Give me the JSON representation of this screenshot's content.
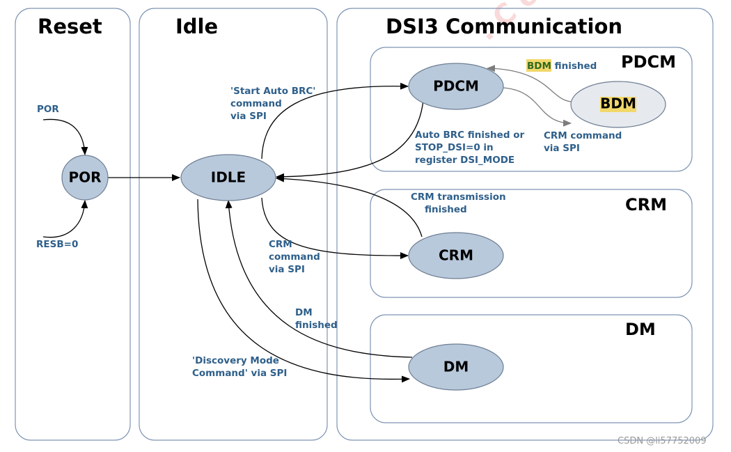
{
  "panels": {
    "reset": "Reset",
    "idle": "Idle",
    "dsi3": "DSI3 Communication",
    "pdcm": "PDCM",
    "crm": "CRM",
    "dm": "DM"
  },
  "nodes": {
    "por": "POR",
    "idle": "IDLE",
    "pdcm": "PDCM",
    "bdm": "BDM",
    "crm": "CRM",
    "dm": "DM"
  },
  "labels": {
    "por_in": "POR",
    "resb_in": "RESB=0",
    "start_auto_brc": [
      "'Start Auto BRC'",
      "command",
      "via SPI"
    ],
    "auto_brc_finished": [
      "Auto BRC finished or",
      "STOP_DSI=0 in",
      "register DSI_MODE"
    ],
    "bdm_finished": {
      "highlight": "BDM",
      "rest": " finished"
    },
    "crm_command_bdm": [
      "CRM command",
      "via SPI"
    ],
    "crm_transmission_finished": [
      "CRM transmission",
      "finished"
    ],
    "crm_command": [
      "CRM",
      "command",
      "via SPI"
    ],
    "dm_finished": [
      "DM",
      "finished"
    ],
    "discovery_mode": [
      "'Discovery Mode",
      "Command' via SPI"
    ]
  },
  "watermark": "CSDN @li57752009",
  "colors": {
    "node_fill": "#b9c9dc",
    "label_blue": "#2e5f8a",
    "label_green": "#2e6b22",
    "highlight": "#f2d86a",
    "panel_border": "#7f95b3"
  }
}
